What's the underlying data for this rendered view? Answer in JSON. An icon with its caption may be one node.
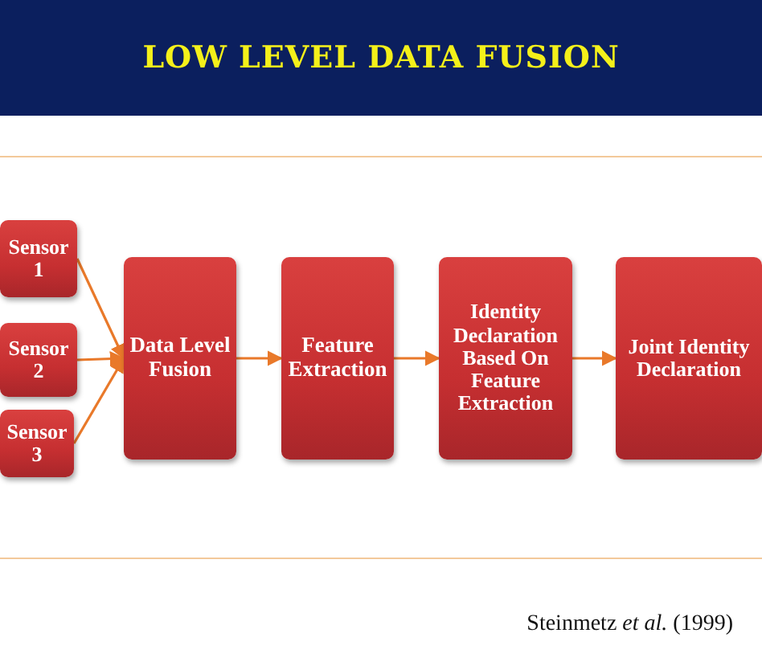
{
  "diagram": {
    "title": "LOW LEVEL DATA FUSION",
    "nodes": [
      {
        "text": [
          "Sensor 1"
        ]
      },
      {
        "text": [
          "Sensor 2"
        ]
      },
      {
        "text": [
          "Sensor 3"
        ]
      },
      {
        "text": [
          "Data Level Fusion"
        ]
      },
      {
        "text": [
          "Feature Extraction"
        ]
      },
      {
        "text": [
          "Identity Declaration Based On Feature Extraction"
        ]
      },
      {
        "text": [
          "Joint Identity Declaration"
        ]
      }
    ],
    "edges": [
      {
        "from": 0,
        "to": 3,
        "arrow": "to"
      },
      {
        "from": 1,
        "to": 3,
        "arrow": "to"
      },
      {
        "from": 2,
        "to": 3,
        "arrow": "to"
      },
      {
        "from": 3,
        "to": 4,
        "arrow": "to"
      },
      {
        "from": 4,
        "to": 5,
        "arrow": "to"
      },
      {
        "from": 5,
        "to": 6,
        "arrow": "to"
      }
    ],
    "caption": "Steinmetz *et al.* (1999)"
  }
}
